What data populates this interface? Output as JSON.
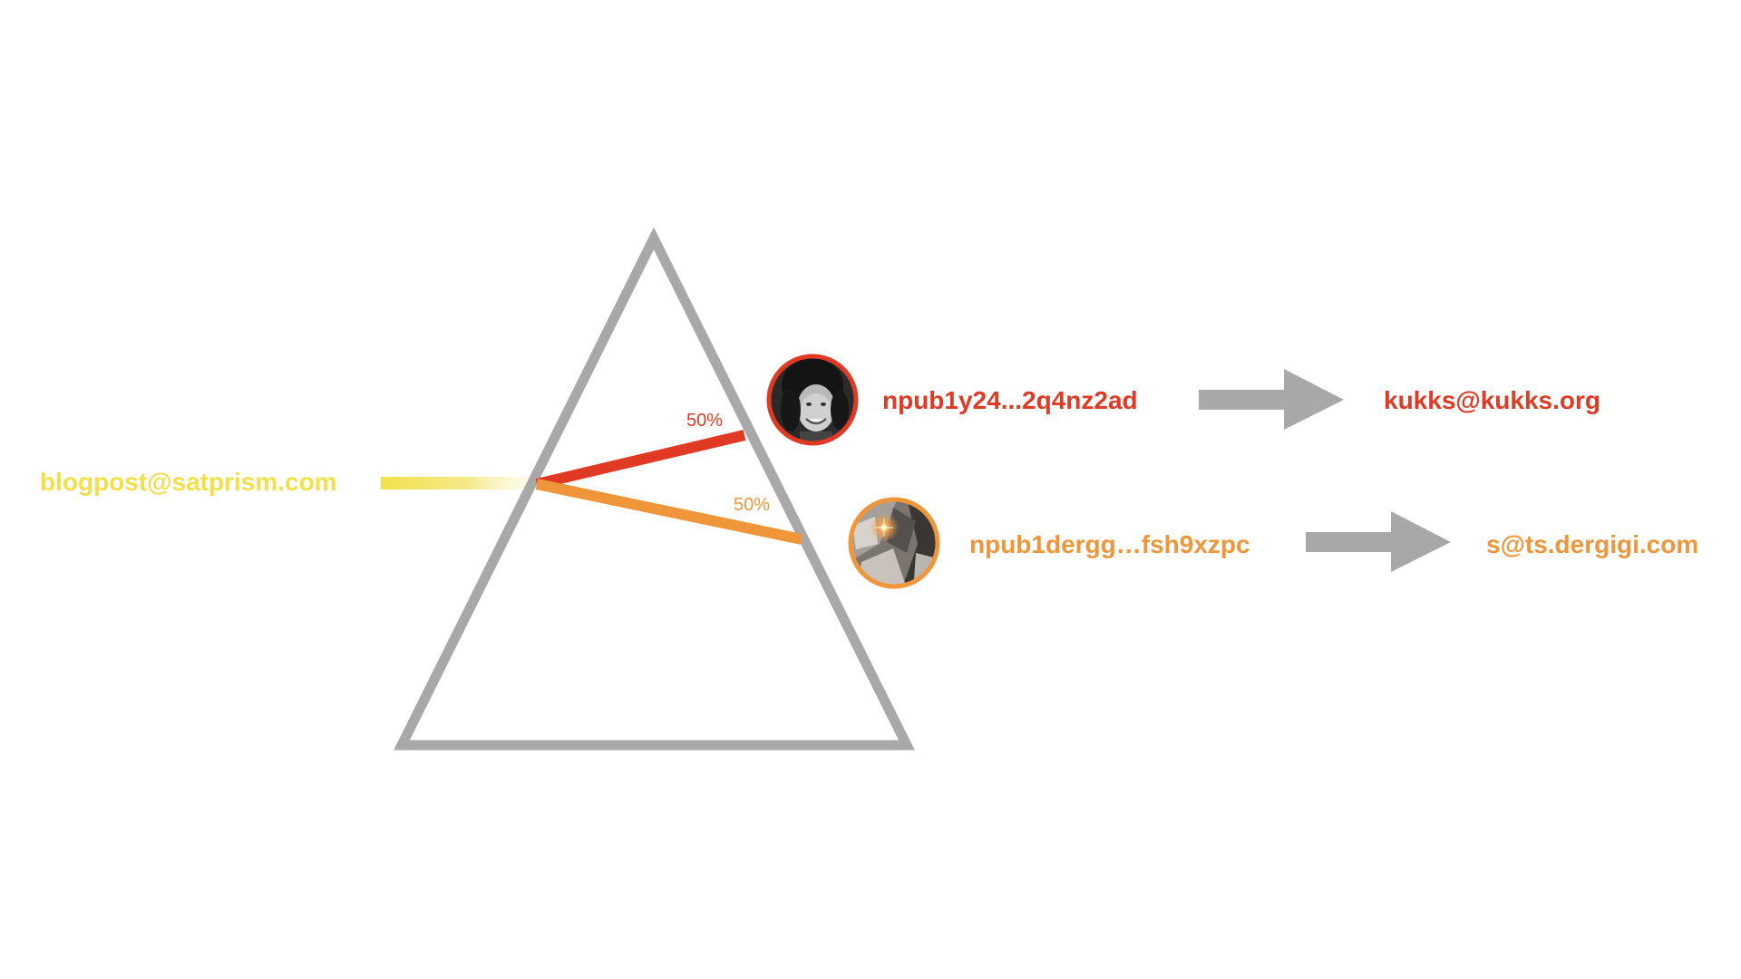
{
  "source": {
    "address": "blogpost@satprism.com"
  },
  "recipients": [
    {
      "npub": "npub1y24...2q4nz2ad",
      "share": "50%",
      "lightning_address": "kukks@kukks.org",
      "avatar_icon": "person-portrait-icon",
      "color": "#e03a24"
    },
    {
      "npub": "npub1dergg…fsh9xzpc",
      "share": "50%",
      "lightning_address": "s@ts.dergigi.com",
      "avatar_icon": "abstract-artwork-icon",
      "color": "#f0963a"
    }
  ],
  "colors": {
    "source": "#f2e04a",
    "prism": "#a8a8a8",
    "arrow": "#a8a8a8"
  }
}
